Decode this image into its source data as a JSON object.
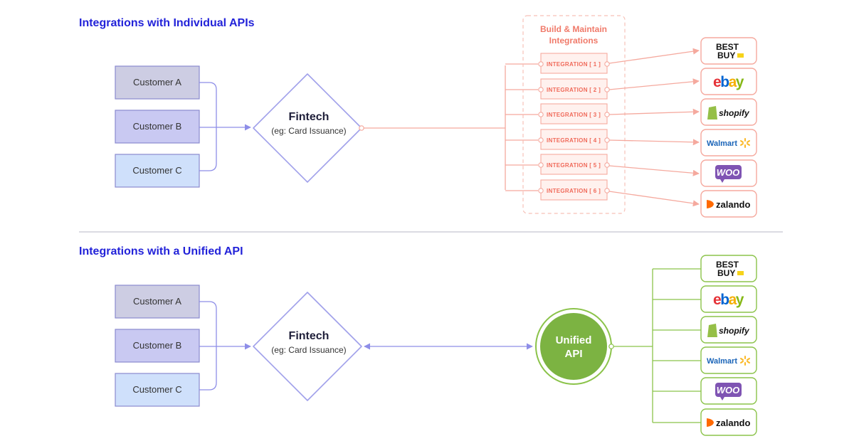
{
  "top": {
    "title": "Integrations with Individual APIs",
    "customers": [
      "Customer A",
      "Customer B",
      "Customer C"
    ],
    "fintech": {
      "title": "Fintech",
      "subtitle": "(eg: Card Issuance)"
    },
    "build_label_1": "Build & Maintain",
    "build_label_2": "Integrations",
    "integrations": [
      "INTEGRATION [ 1 ]",
      "INTEGRATION [ 2 ]",
      "INTEGRATION [ 3 ]",
      "INTEGRATION [ 4 ]",
      "INTEGRATION [ 5 ]",
      "INTEGRATION [ 6 ]"
    ]
  },
  "bottom": {
    "title": "Integrations with a Unified API",
    "customers": [
      "Customer A",
      "Customer B",
      "Customer C"
    ],
    "fintech": {
      "title": "Fintech",
      "subtitle": "(eg: Card Issuance)"
    },
    "unified_1": "Unified",
    "unified_2": "API"
  },
  "brands": {
    "bestbuy_1": "BEST",
    "bestbuy_2": "BUY",
    "ebay_e": "e",
    "ebay_b": "b",
    "ebay_a": "a",
    "ebay_y": "y",
    "shopify": "shopify",
    "walmart": "Walmart",
    "woo": "WOO",
    "zalando": "zalando"
  },
  "colors": {
    "title_blue": "#2323d9",
    "customer_a": "#cdcde3",
    "customer_b": "#c9c9f2",
    "customer_c": "#cfe0fb",
    "customer_stroke": "#8a8acf",
    "connector_purple": "#8e8ee8",
    "coral": "#f5a99e",
    "green": "#8bc34a",
    "unified_fill": "#7cb342"
  }
}
